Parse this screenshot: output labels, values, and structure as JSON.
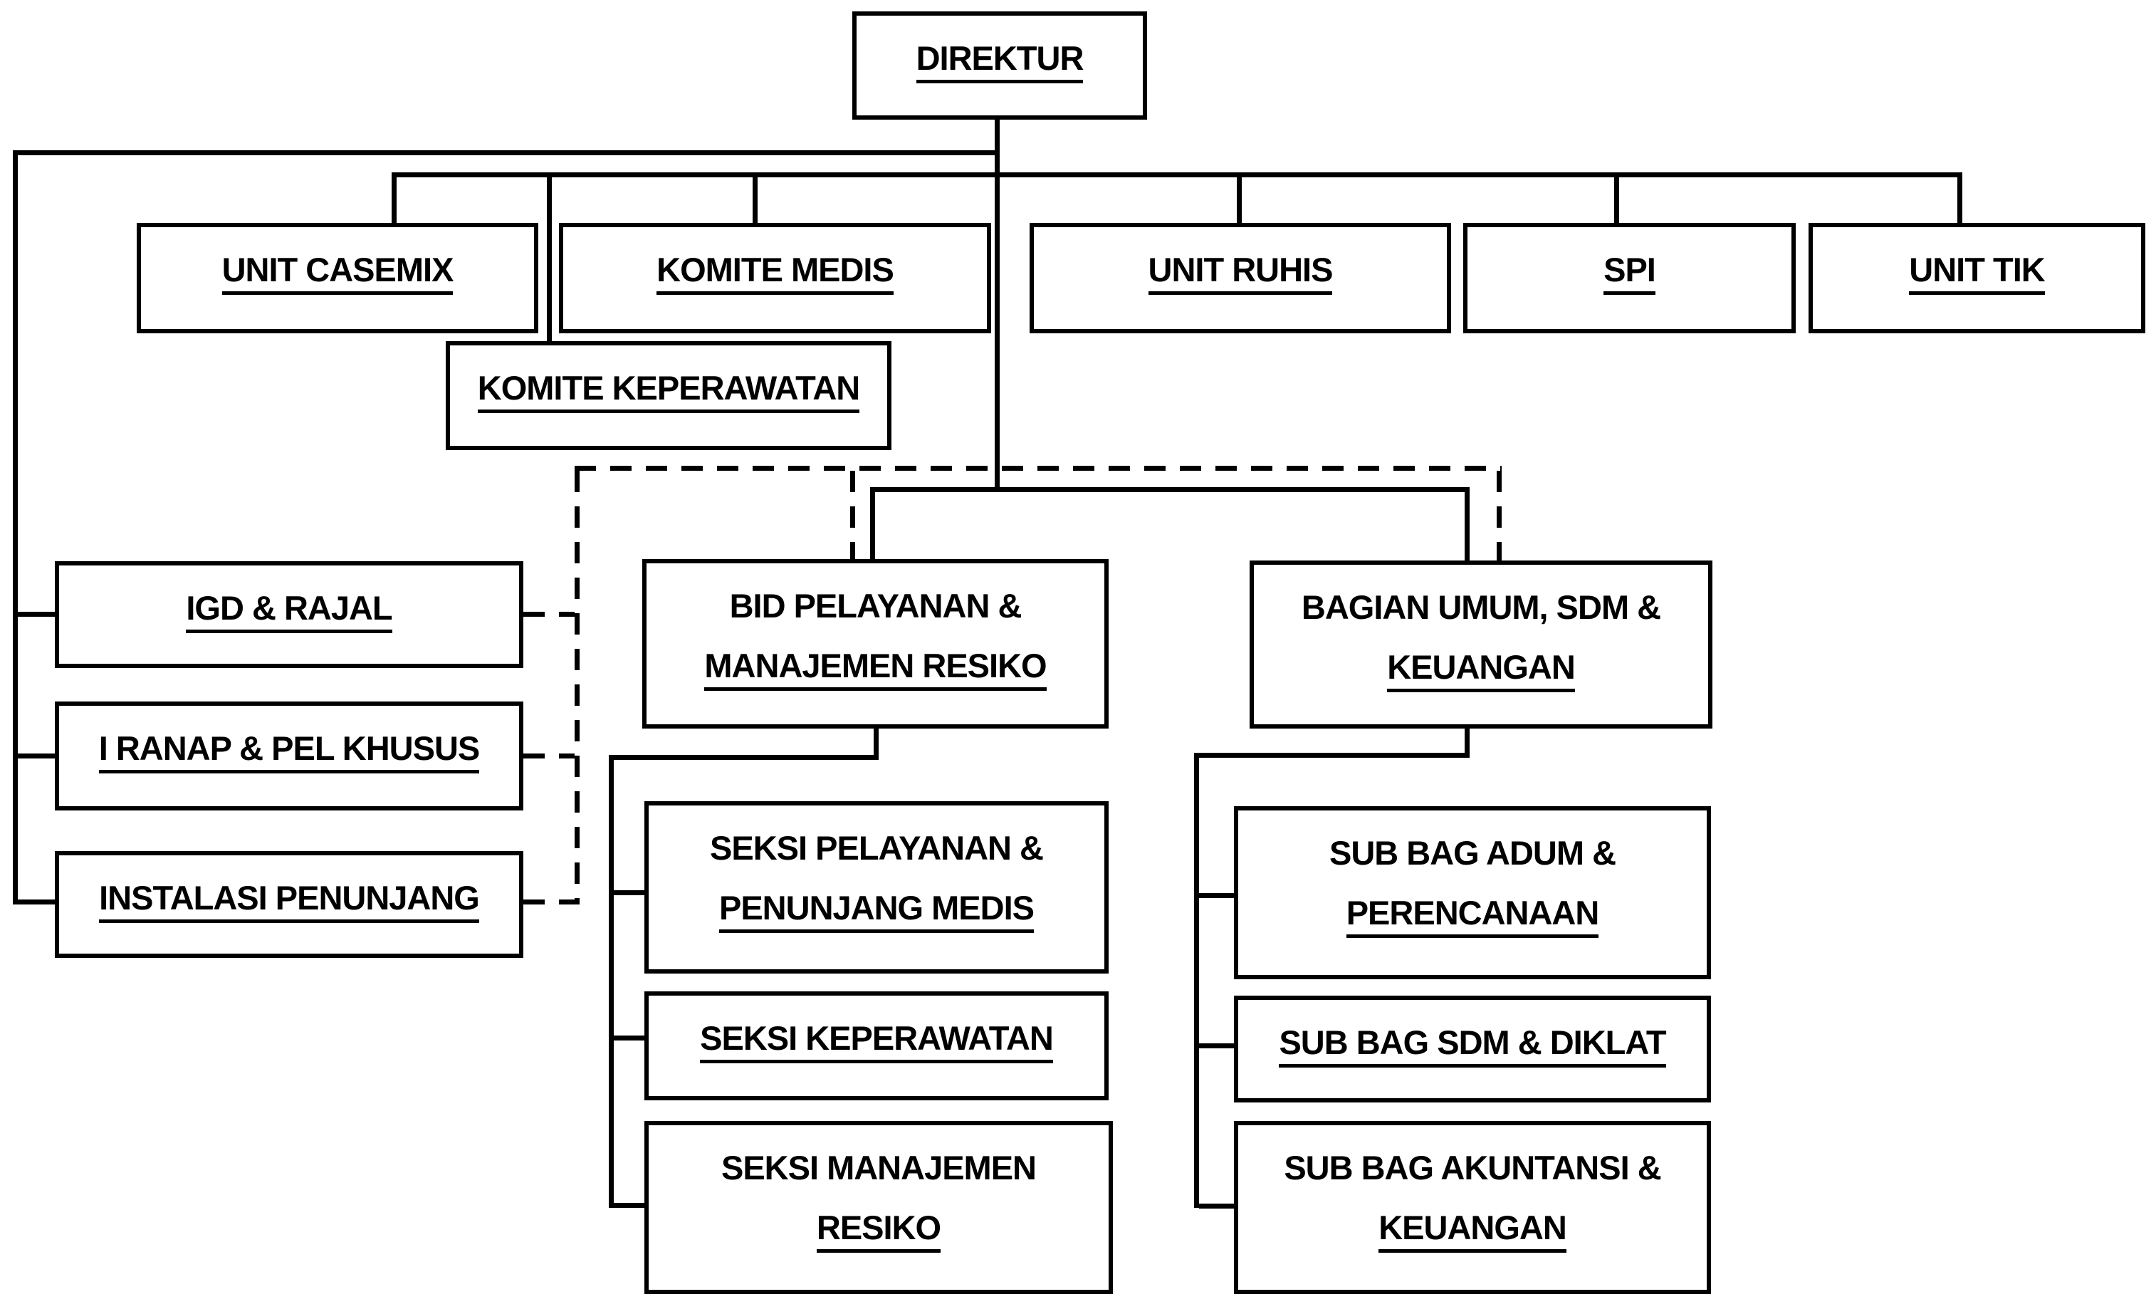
{
  "colors": {
    "line": "#000000",
    "background": "#ffffff",
    "text": "#000000"
  },
  "nodes": {
    "direktur": {
      "label": "DIREKTUR"
    },
    "unit_casemix": {
      "label": "UNIT CASEMIX"
    },
    "komite_medis": {
      "label": "KOMITE MEDIS"
    },
    "unit_ruhis": {
      "label": "UNIT RUHIS"
    },
    "spi": {
      "label": "SPI"
    },
    "unit_tik": {
      "label": "UNIT TIK"
    },
    "komite_keperawatan": {
      "label": "KOMITE KEPERAWATAN"
    },
    "igd_rajal": {
      "label": "IGD & RAJAL"
    },
    "i_ranap_pel_khusus": {
      "label": "I RANAP & PEL KHUSUS"
    },
    "instalasi_penunjang": {
      "label": "INSTALASI PENUNJANG"
    },
    "bid_pelayanan_manajemen_resiko": {
      "line1": "BID PELAYANAN &",
      "line2": "MANAJEMEN RESIKO"
    },
    "seksi_pelayanan_penunjang_medis": {
      "line1": "SEKSI PELAYANAN &",
      "line2": "PENUNJANG MEDIS"
    },
    "seksi_keperawatan": {
      "label": "SEKSI KEPERAWATAN"
    },
    "seksi_manajemen_resiko": {
      "line1": "SEKSI MANAJEMEN",
      "line2": "RESIKO"
    },
    "bagian_umum_sdm_keuangan": {
      "line1": "BAGIAN UMUM, SDM &",
      "line2": "KEUANGAN"
    },
    "sub_bag_adum_perencanaan": {
      "line1": "SUB BAG ADUM &",
      "line2": "PERENCANAAN"
    },
    "sub_bag_sdm_diklat": {
      "label": "SUB BAG SDM & DIKLAT"
    },
    "sub_bag_akuntansi_keuangan": {
      "line1": "SUB BAG AKUNTANSI &",
      "line2": "KEUANGAN"
    }
  }
}
